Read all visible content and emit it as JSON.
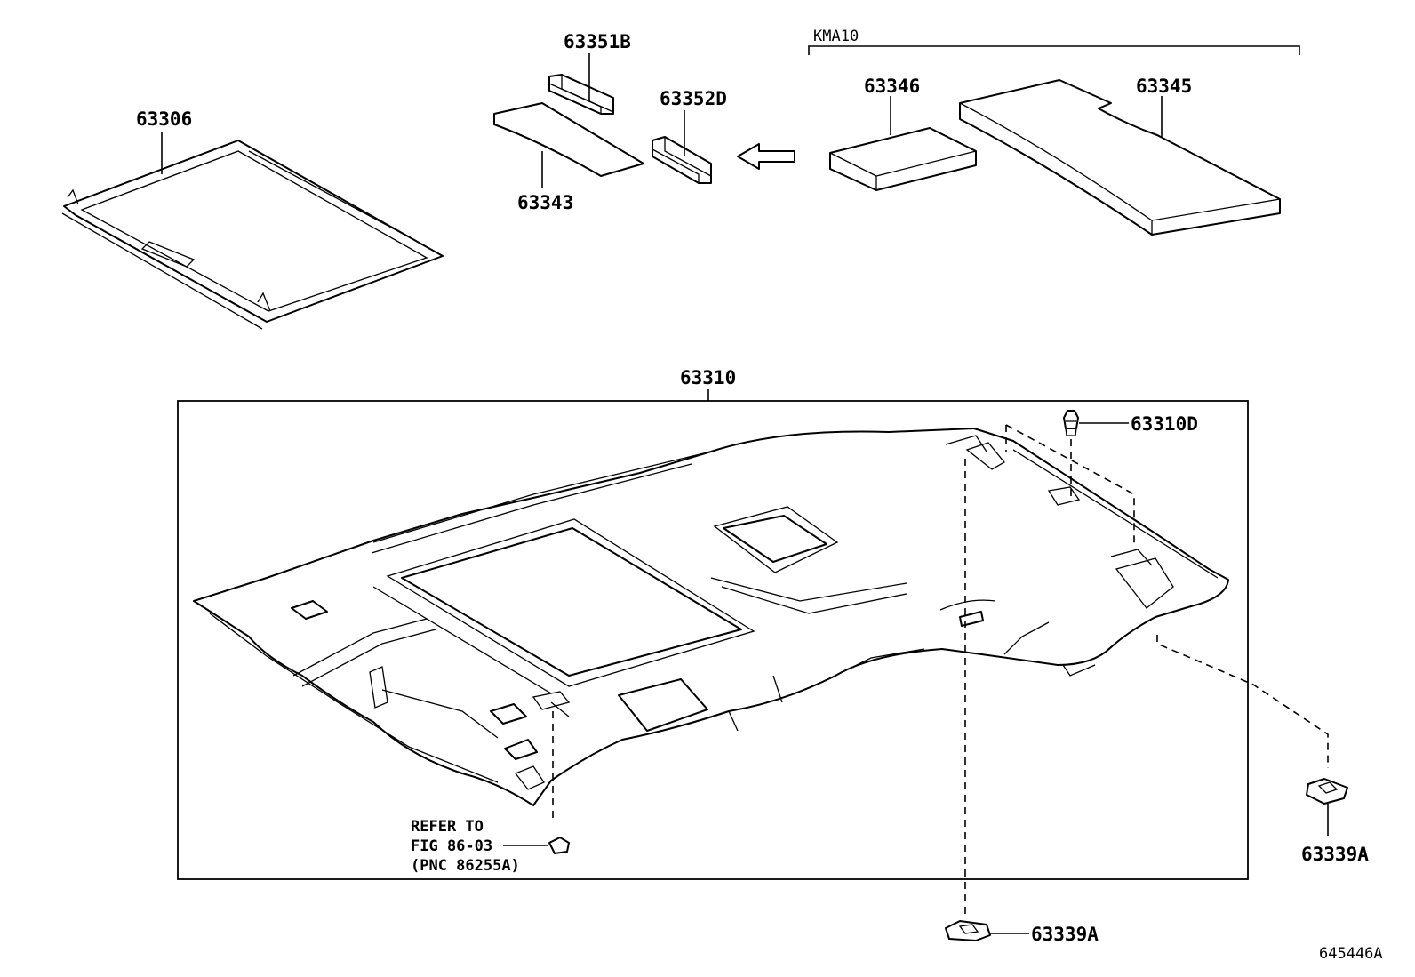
{
  "diagram": {
    "figure_id": "645446A",
    "group_label": "KMA10",
    "main_assembly": "63310",
    "parts": {
      "p63306": "63306",
      "p63351B": "63351B",
      "p63352D": "63352D",
      "p63343": "63343",
      "p63346": "63346",
      "p63345": "63345",
      "p63310D": "63310D",
      "p63339A_right": "63339A",
      "p63339A_bottom": "63339A"
    },
    "reference_note": {
      "line1": "REFER TO",
      "line2": "FIG 86-03",
      "line3": "(PNC 86255A)"
    },
    "icons": {
      "direction_arrow": "arrow-left-icon"
    }
  }
}
